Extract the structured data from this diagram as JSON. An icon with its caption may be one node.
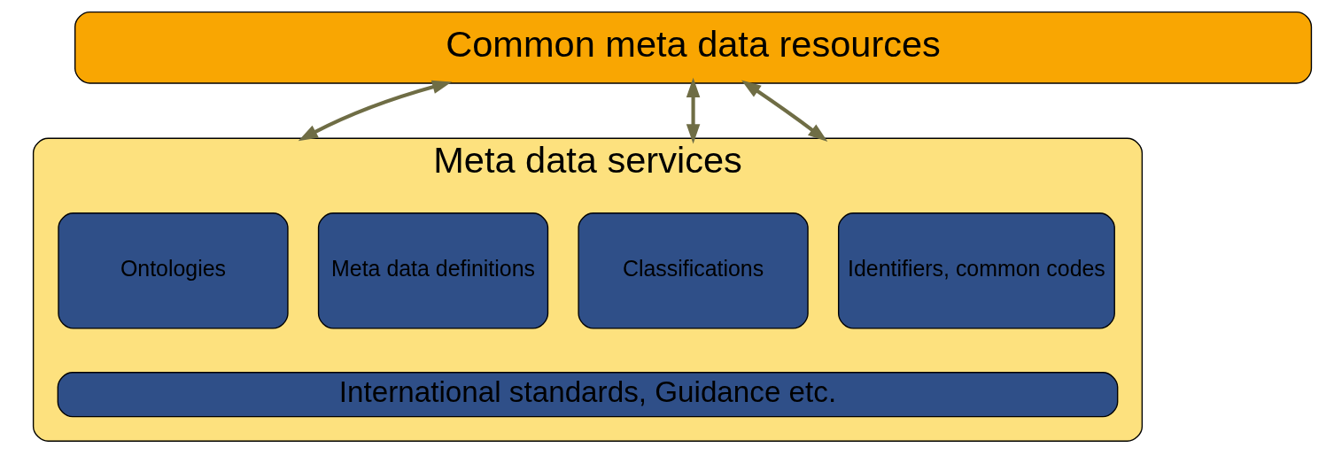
{
  "diagram": {
    "nodes": [
      {
        "text": [
          "Common meta data resources"
        ]
      },
      {
        "text": [
          "Meta data services"
        ]
      },
      {
        "text": [
          "Ontologies"
        ],
        "in": 1
      },
      {
        "text": [
          "Meta data definitions"
        ],
        "in": 1
      },
      {
        "text": [
          "Classifications"
        ],
        "in": 1
      },
      {
        "text": [
          "Identifiers, common codes"
        ],
        "in": 1
      },
      {
        "text": [
          "International standards, Guidance etc."
        ],
        "in": 1
      }
    ],
    "edges": [
      {
        "from": 0,
        "to": 1,
        "arrow": "both"
      },
      {
        "from": 0,
        "to": 1,
        "arrow": "both"
      },
      {
        "from": 0,
        "to": 1,
        "arrow": "both"
      }
    ]
  }
}
